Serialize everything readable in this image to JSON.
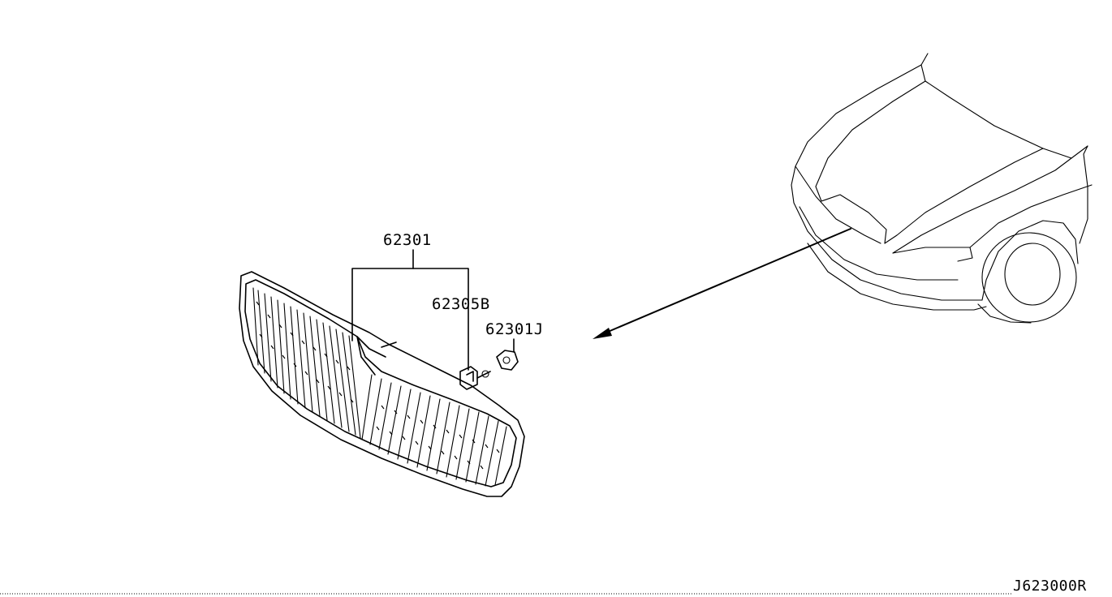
{
  "diagram": {
    "part_labels": {
      "grille_assembly": "62301",
      "clip": "62305B",
      "fastener": "62301J"
    },
    "drawing_code": "J623000R"
  }
}
